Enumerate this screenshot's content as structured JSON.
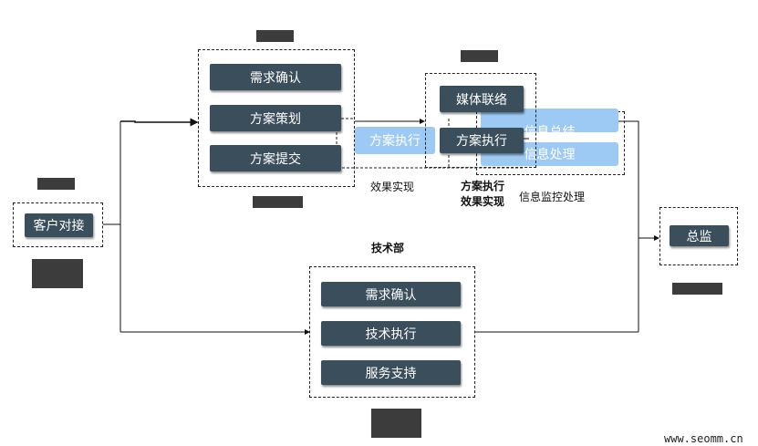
{
  "nodes": {
    "client_contact": "客户对接",
    "planning_group": [
      "需求确认",
      "方案策划",
      "方案提交"
    ],
    "media_contact": "媒体联络",
    "plan_exec_ghost": "方案执行",
    "plan_exec": "方案执行",
    "info_summary_partial": "信息总结",
    "info_processing": "信息处理",
    "tech_group": [
      "需求确认",
      "技术执行",
      "服务支持"
    ],
    "director": "总监"
  },
  "captions": {
    "effect_realization": "效果实现",
    "plan_exec_bold": "方案执行",
    "effect_realization_bold": "效果实现",
    "info_monitoring": "信息监控处理",
    "tech_dept": "技术部"
  },
  "watermark": "www.seomm.cn"
}
